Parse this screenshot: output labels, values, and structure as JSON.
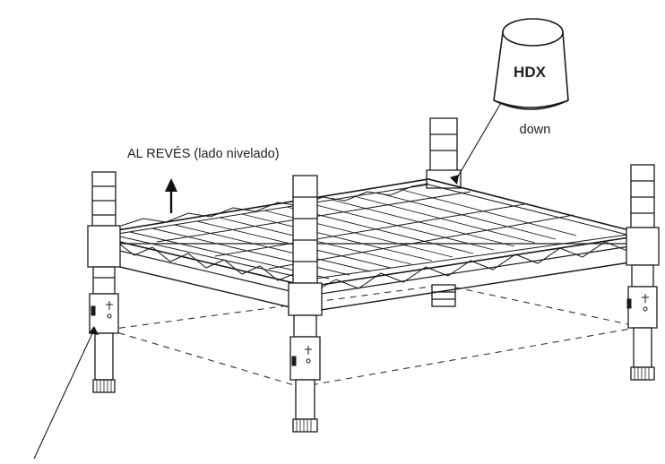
{
  "labels": {
    "orientation_note": "AL REVÉS (lado nivelado)",
    "sleeve_brand": "HDX",
    "sleeve_direction": "down"
  },
  "colors": {
    "line": "#1a1a1a",
    "background": "#ffffff"
  }
}
